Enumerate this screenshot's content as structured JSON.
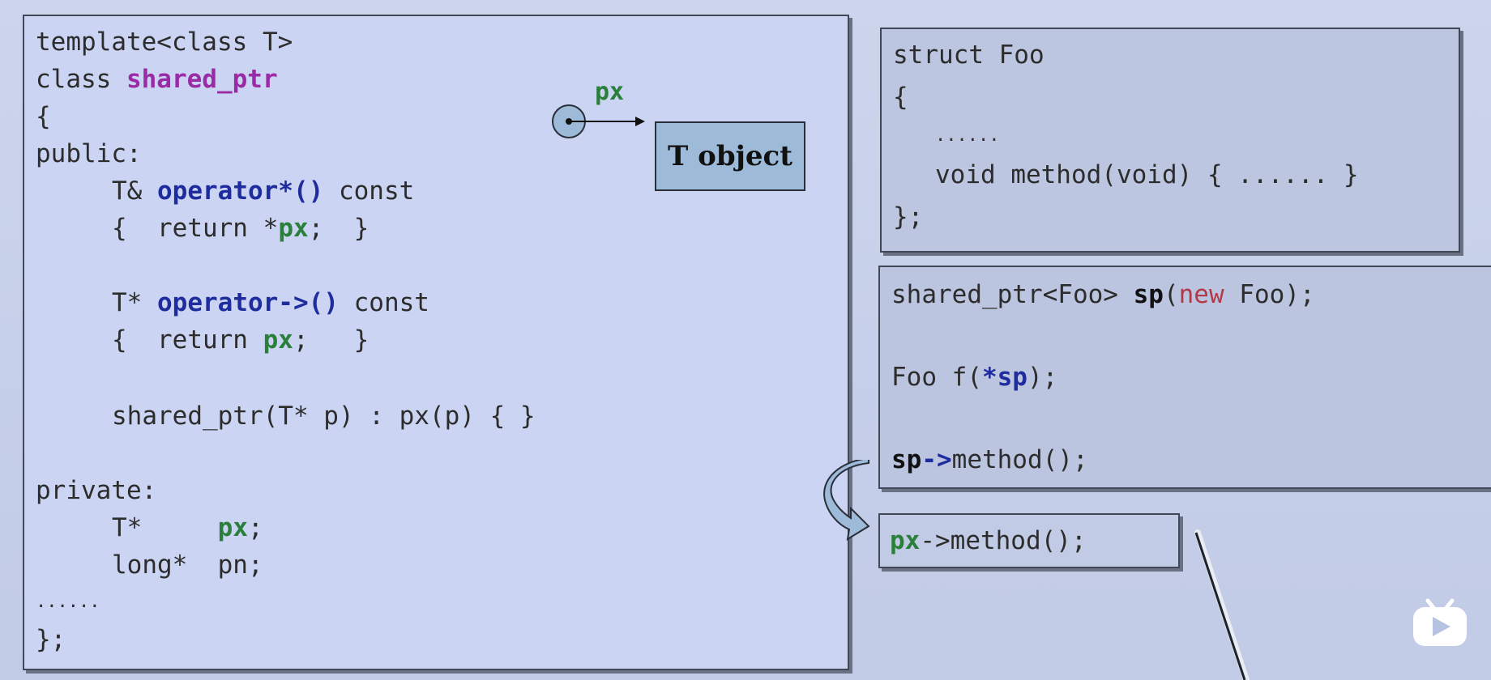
{
  "left_panel": {
    "lines": [
      "template<class T>",
      "class ",
      "shared_ptr",
      "{",
      "public:",
      "T& ",
      "operator*()",
      " const",
      "{  return *",
      "px",
      ";  }",
      "T* ",
      "operator->()",
      " const",
      "{  return ",
      "px",
      ";   }",
      "shared_ptr(T* p) : px(p) { }",
      "private:",
      "T*     ",
      "px",
      ";",
      "long*  pn;",
      "......",
      "};"
    ],
    "diagram": {
      "px_label": "px",
      "object_label": "T object"
    }
  },
  "foo_panel": {
    "lines": [
      "struct Foo",
      "{",
      "......",
      "void method(void) { ...... }",
      "};"
    ]
  },
  "sp_panel": {
    "lines": [
      "shared_ptr<Foo> ",
      "sp",
      "(",
      "new",
      " Foo);",
      "Foo f(",
      "*sp",
      ");",
      "sp",
      "->",
      "method();"
    ]
  },
  "px_panel": {
    "lines": [
      "px",
      "->method();"
    ]
  },
  "colors": {
    "keyword_blue": "#1f2c9e",
    "member_green": "#2a7f3a",
    "class_purple": "#9a2ba6",
    "new_red": "#b23a48",
    "object_box": "#9dbad9"
  },
  "icons": {
    "logo": "tv-play-icon",
    "pointer": "pointer-stick-icon",
    "curved_arrow": "curved-arrow-icon"
  }
}
